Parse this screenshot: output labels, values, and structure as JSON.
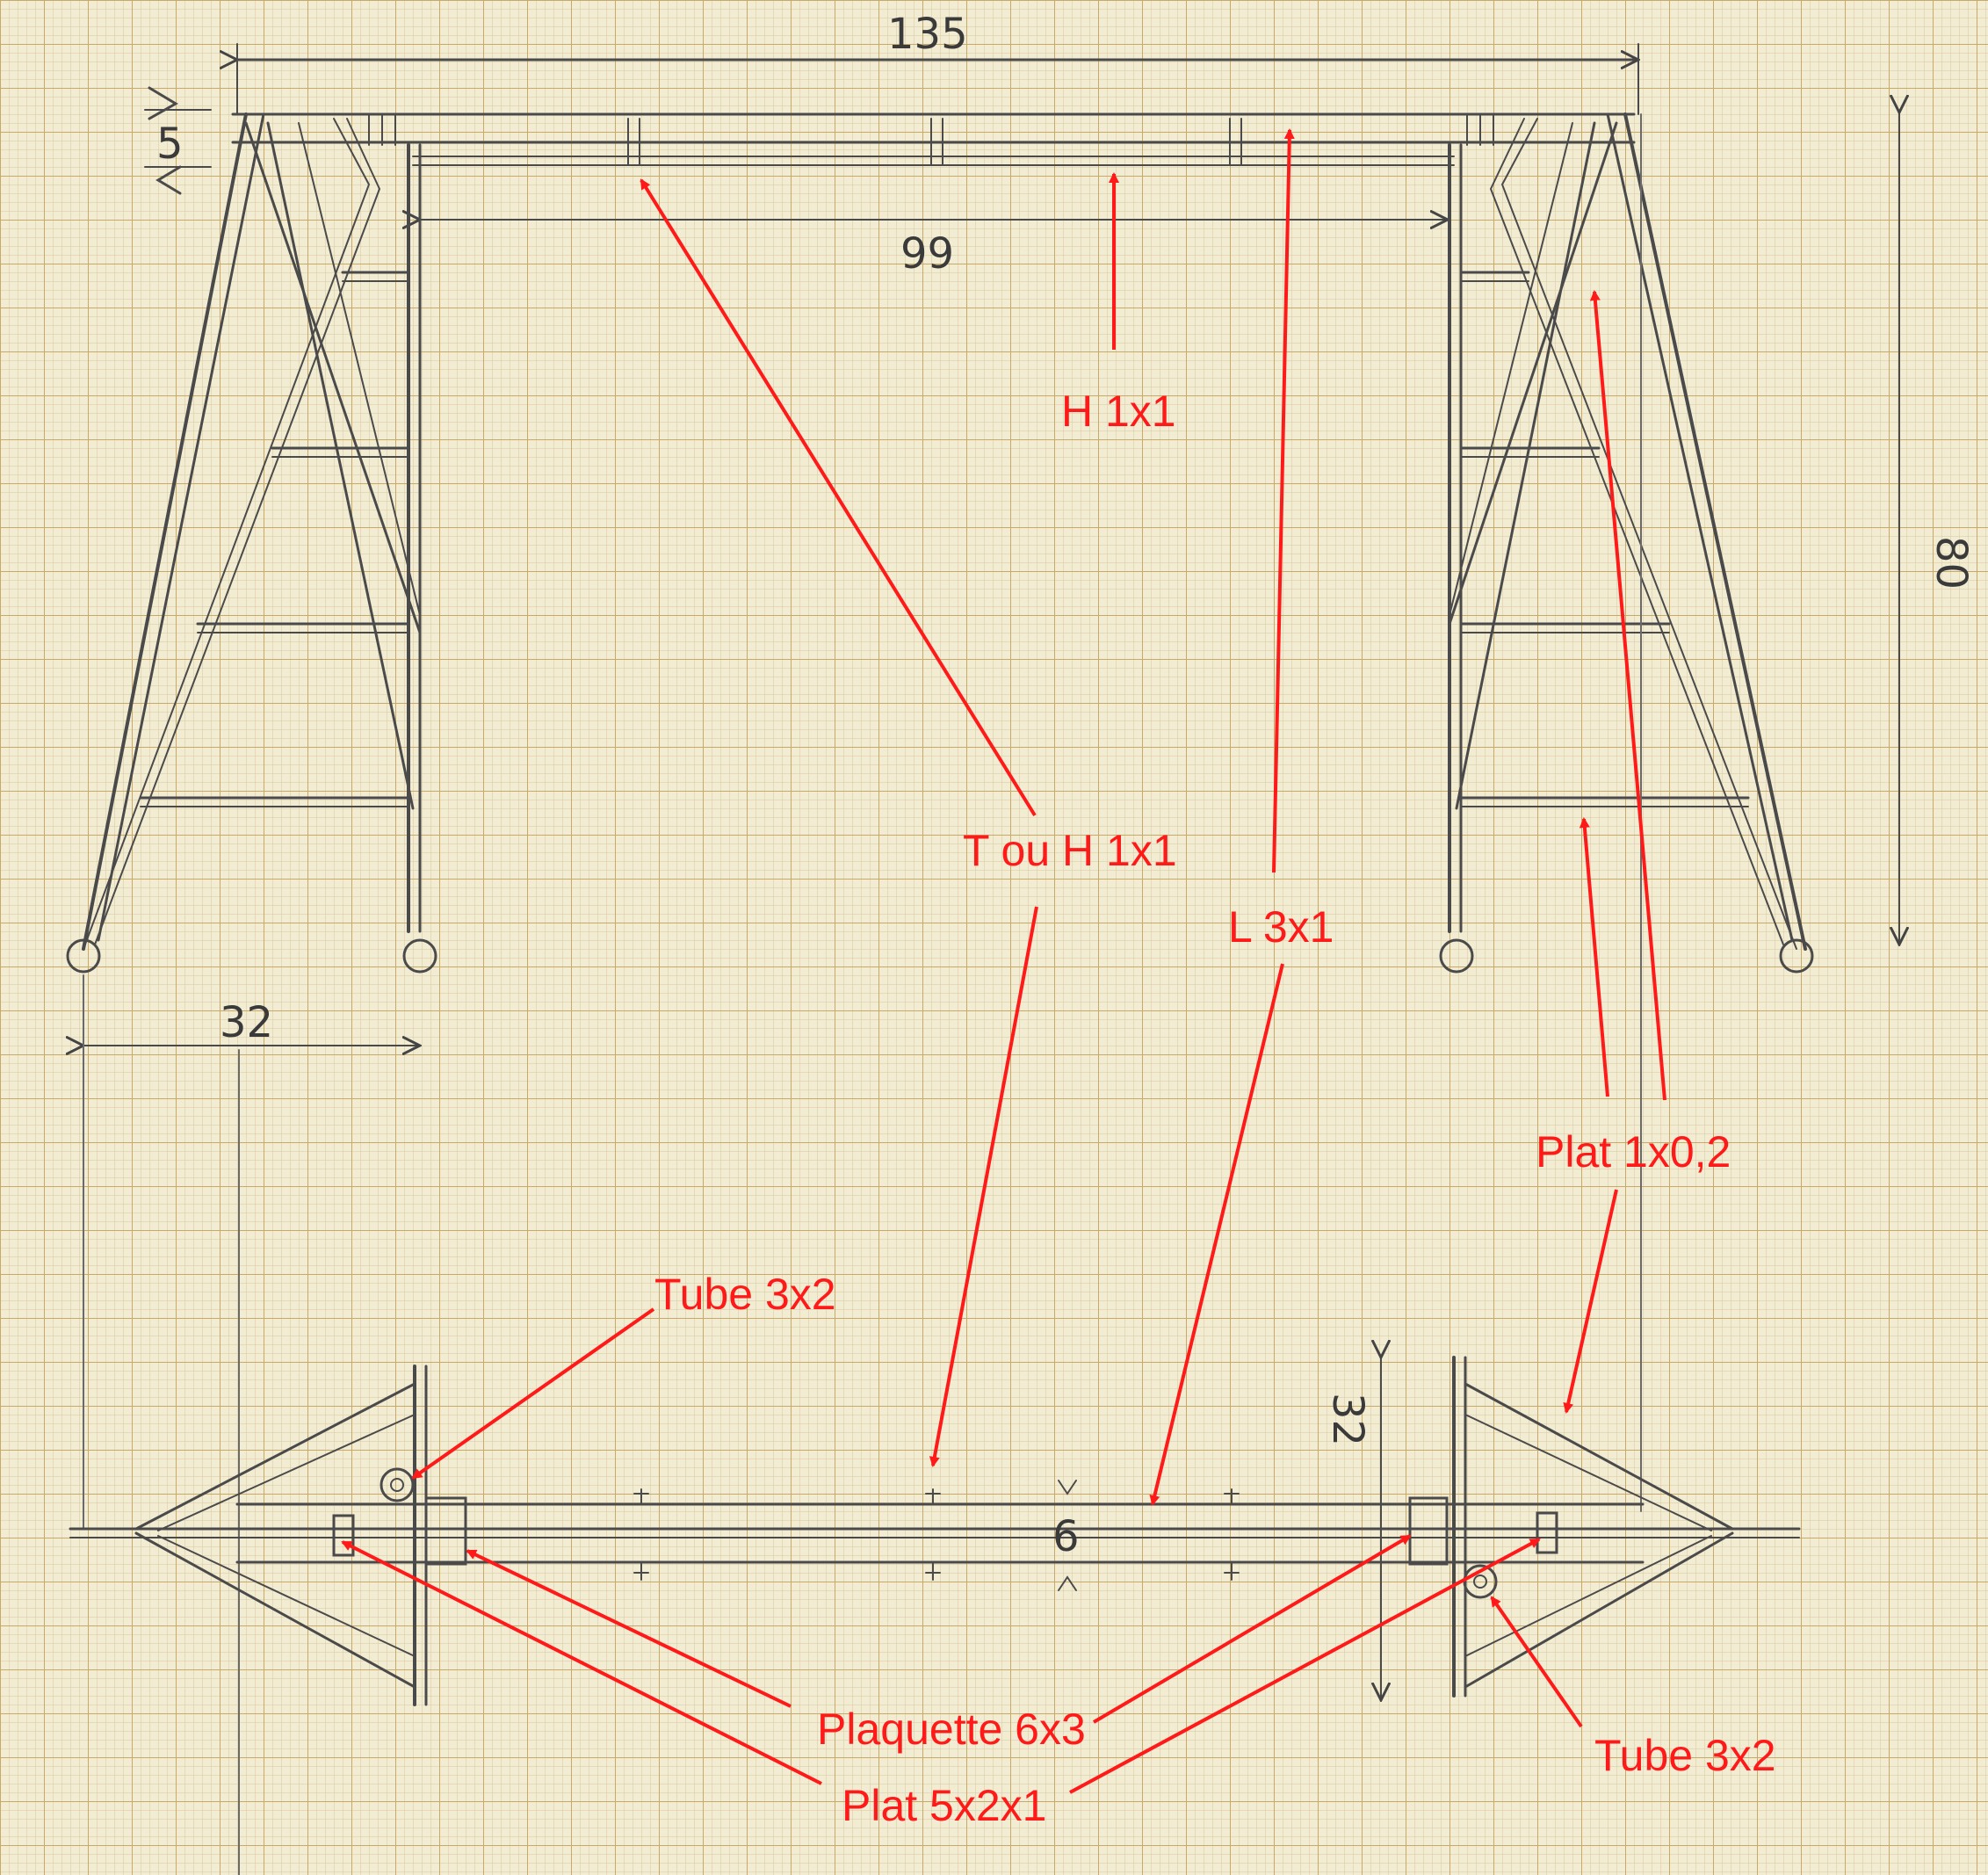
{
  "colors": {
    "paper": "#f1ecd2",
    "grid_minor": "#d7c8a0",
    "grid_major": "#c9a96a",
    "pencil": "#4a4a4a",
    "annotation": "#ff1a1a"
  },
  "dimensions": {
    "overall_length": "135",
    "inner_span": "99",
    "beam_height": "5",
    "total_height": "80",
    "half_base_width": "32",
    "plan_depth": "32",
    "center_section": "6"
  },
  "labels": {
    "h_1x1": "H 1x1",
    "t_ou_h": "T ou H 1x1",
    "l_3x1": "L 3x1",
    "plat_1x02": "Plat 1x0,2",
    "tube_3x2_left": "Tube 3x2",
    "tube_3x2_right": "Tube 3x2",
    "plaquette": "Plaquette 6x3",
    "plat_5x2x1": "Plat 5x2x1"
  }
}
